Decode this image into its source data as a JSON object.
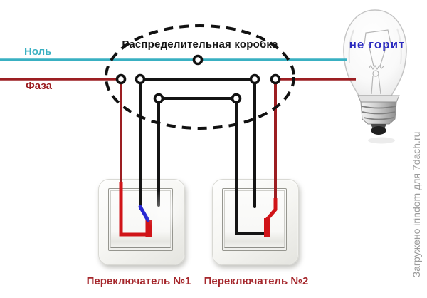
{
  "labels": {
    "neutral": "Ноль",
    "phase": "Фаза",
    "junction_box": "Распределительная коробка",
    "switch1": "Переключатель №1",
    "switch2": "Переключатель №2",
    "bulb_status": "не горит",
    "watermark": "Загружено irindom для 7dach.ru"
  },
  "colors": {
    "neutral_wire": "#39b0c2",
    "phase_wire": "#9c1e22",
    "black_wire": "#141414",
    "contact_red": "#d01418",
    "toggle_blue": "#2626d2",
    "label_red": "#a5272c",
    "status_blue": "#2b2bbf",
    "watermark_gray": "#9b9b9b"
  }
}
